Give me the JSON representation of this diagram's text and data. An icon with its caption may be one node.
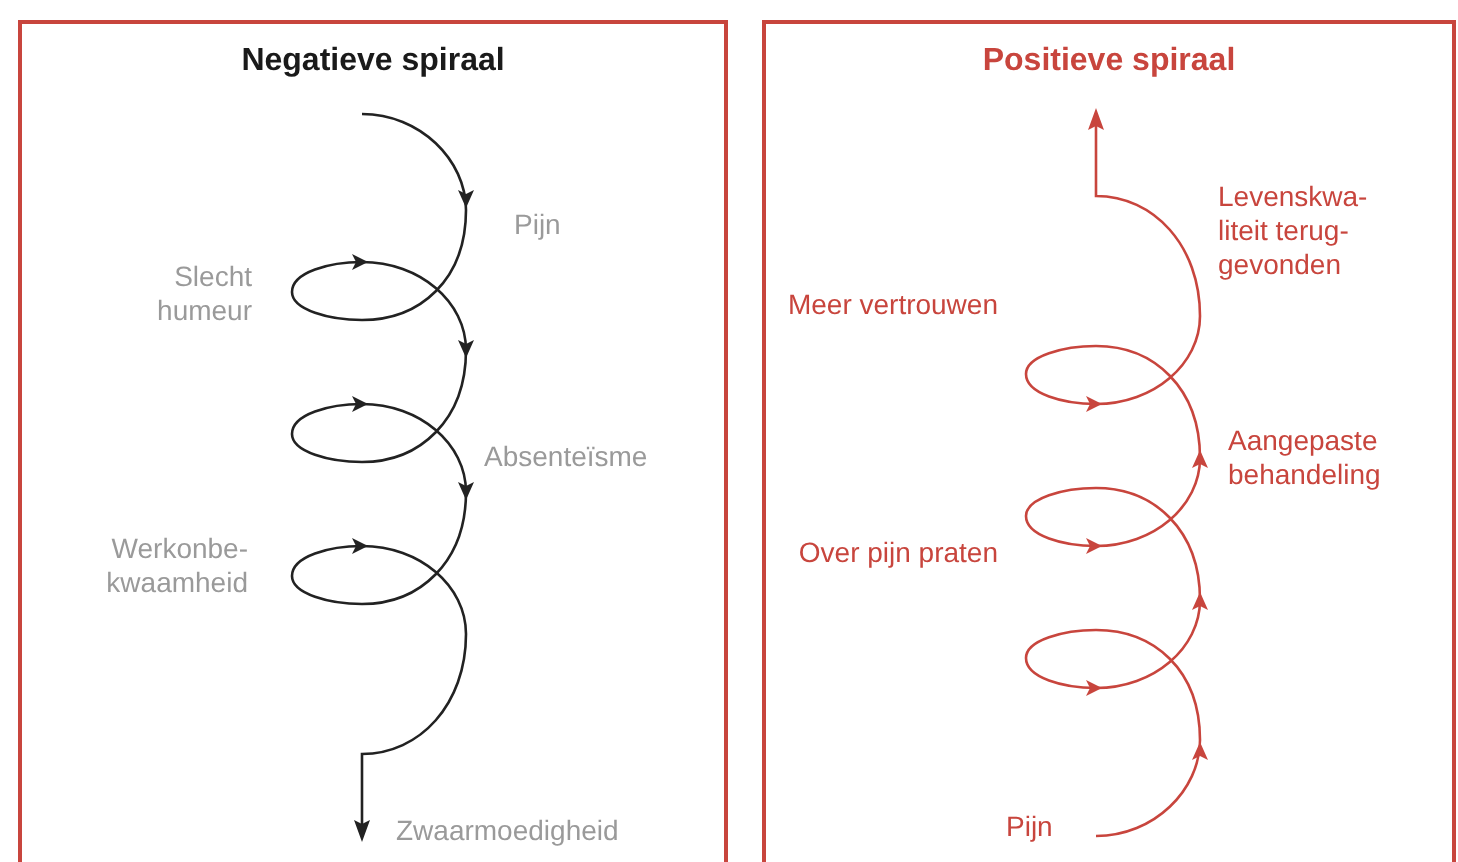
{
  "diagram": {
    "nodes": [
      {
        "text": [
          "Negatieve spiraal",
          "Pijn",
          "Slecht humeur",
          "Absenteïsme",
          "Werkonbe-kwaamheid",
          "Zwaarmoedigheid"
        ]
      },
      {
        "text": [
          "Positieve spiraal",
          "Levenskwa-liteit terug-gevonden",
          "Meer vertrouwen",
          "Aangepaste behandeling",
          "Over pijn praten",
          "Pijn"
        ]
      }
    ]
  }
}
